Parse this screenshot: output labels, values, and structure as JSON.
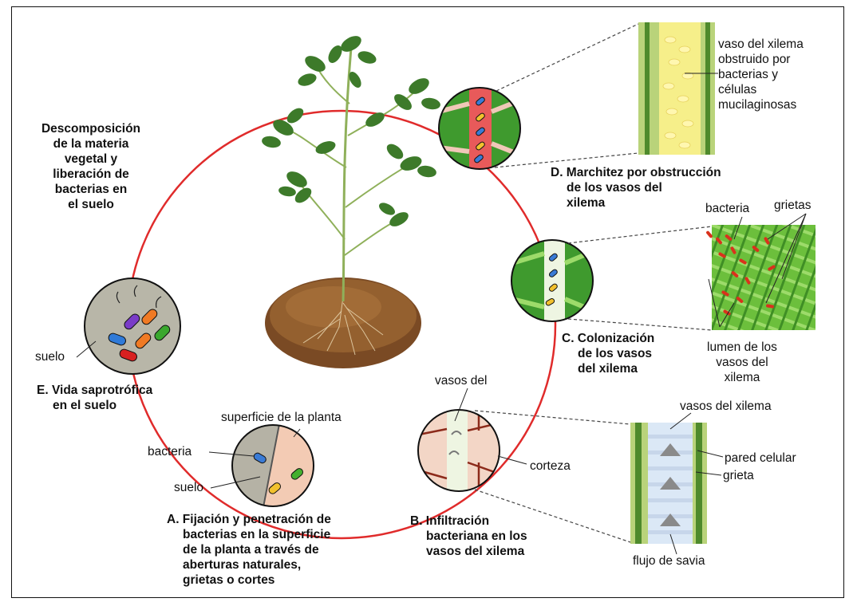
{
  "colors": {
    "cycle": "#e02b2b",
    "xylem_green": "#58b23a",
    "bark": "#a05a2c"
  },
  "icons": [
    "tomato-plant-icon",
    "soil-mound-icon",
    "bacteria-icon",
    "xylem-vessel-icon"
  ],
  "labels": {
    "decomposition": [
      "Descomposición",
      "de la materia",
      "vegetal y",
      "liberación de",
      "bacterias en",
      "el suelo"
    ],
    "stage_a": [
      "A. Fijación y penetración de",
      "bacterias en la superficie",
      "de la planta a través de",
      "aberturas naturales,",
      "grietas o cortes"
    ],
    "stage_b": [
      "B. Infiltración",
      "bacteriana en los",
      "vasos del xilema"
    ],
    "stage_c": [
      "C. Colonización",
      "de los vasos",
      "del xilema"
    ],
    "stage_d": [
      "D. Marchitez por obstrucción",
      "de los vasos del",
      "xilema"
    ],
    "stage_e": [
      "E. Vida saprotrófica",
      "en el suelo"
    ],
    "soil_e": "suelo",
    "plant_surface": "superficie de la planta",
    "bacteria_a": "bacteria",
    "soil_a": "suelo",
    "vessels_b": "vasos del",
    "cortex": "corteza",
    "vessels_xylem": "vasos del xilema",
    "cell_wall": "pared celular",
    "crack": "grieta",
    "sap_flow": "flujo de savia",
    "bacteria_c": "bacteria",
    "cracks": "grietas",
    "lumen": [
      "lumen de los",
      "vasos del",
      "xilema"
    ],
    "obstructed": [
      "vaso del xilema",
      "obstruido por",
      "bacterias y",
      "células",
      "mucilaginosas"
    ]
  }
}
